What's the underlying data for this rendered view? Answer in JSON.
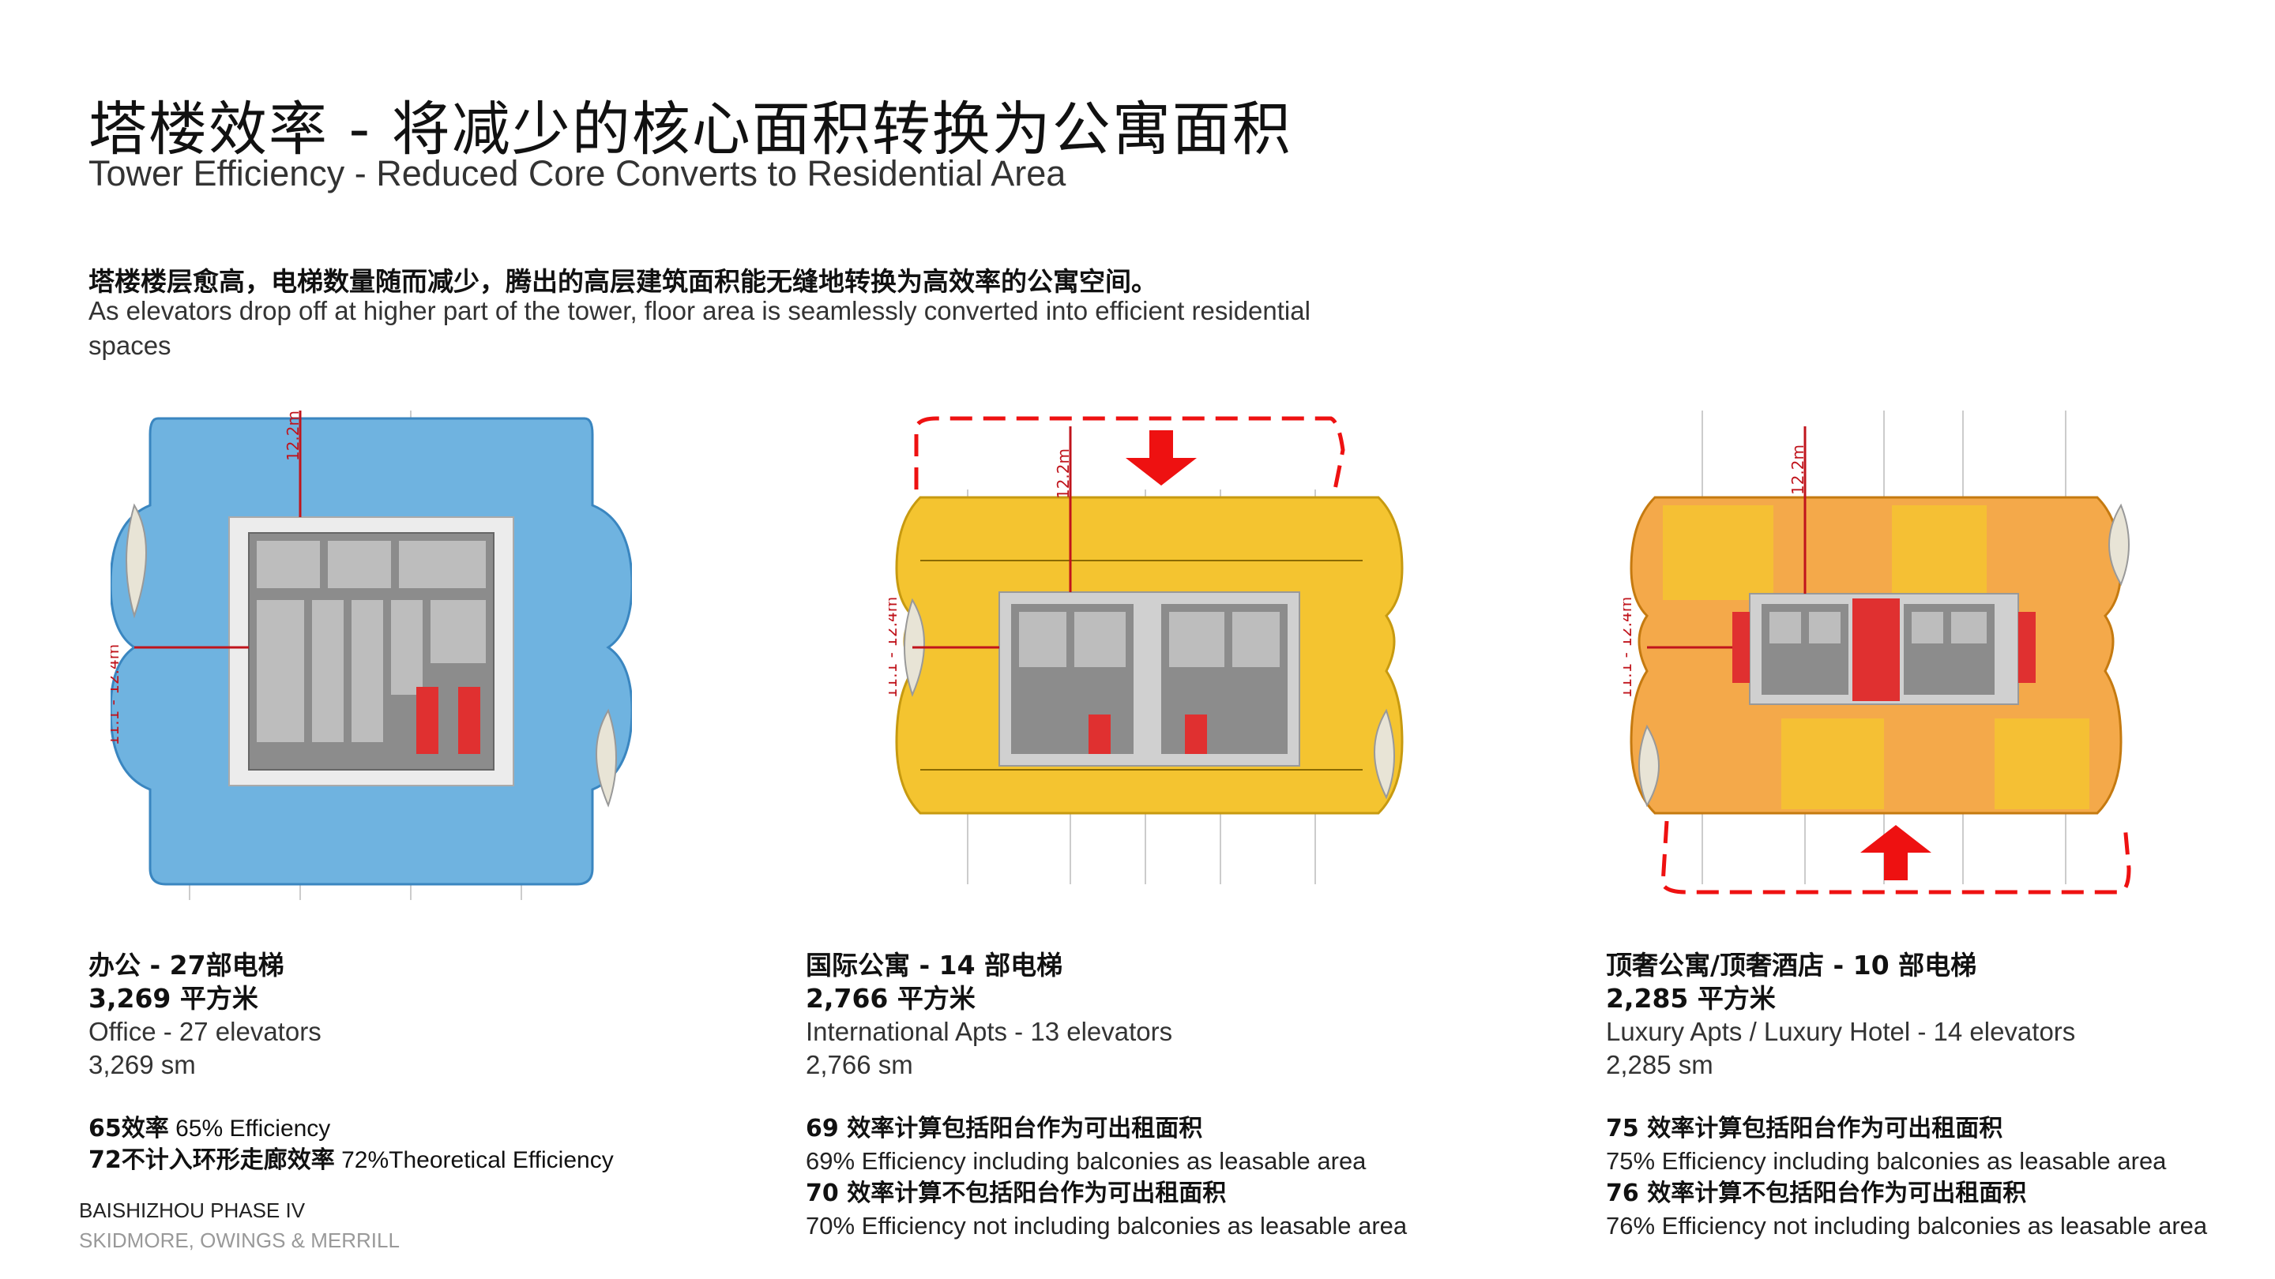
{
  "title_cn": "塔楼效率 - 将减少的核心面积转换为公寓面积",
  "title_en": "Tower Efficiency - Reduced Core Converts to Residential Area",
  "intro_cn": "塔楼楼层愈高，电梯数量随而减少，腾出的高层建筑面积能无缝地转换为高效率的公寓空间。",
  "intro_en": "As elevators drop off at higher part of the tower, floor area is seamlessly converted into efficient residential spaces",
  "dimensions": {
    "depth": "12.2m",
    "span": "11.1 - 12.4m"
  },
  "plans": [
    {
      "heading_cn": "办公 - 27部电梯",
      "area_cn": "3,269 平方米",
      "heading_en": "Office - 27 elevators",
      "area_en": "3,269 sm",
      "eff1_cn": "65效率",
      "eff1_en": "65% Efficiency",
      "eff2_cn": "72不计入环形走廊效率",
      "eff2_en": "72%Theoretical Efficiency",
      "fill_color": "#6fb3e0"
    },
    {
      "heading_cn": "国际公寓 - 14 部电梯",
      "area_cn": "2,766 平方米",
      "heading_en": "International Apts - 13 elevators",
      "area_en": "2,766 sm",
      "eff1_cn": "69 效率计算包括阳台作为可出租面积",
      "eff1_en": "69% Efficiency including balconies as leasable area",
      "eff2_cn": "70 效率计算不包括阳台作为可出租面积",
      "eff2_en": " 70% Efficiency not including balconies as leasable area",
      "fill_color": "#f4c430"
    },
    {
      "heading_cn": "顶奢公寓/顶奢酒店 - 10 部电梯",
      "area_cn": "2,285 平方米",
      "heading_en": "Luxury Apts / Luxury Hotel - 14 elevators",
      "area_en": "2,285 sm",
      "eff1_cn": "75 效率计算包括阳台作为可出租面积",
      "eff1_en": "75% Efficiency including balconies as leasable area",
      "eff2_cn": "76 效率计算不包括阳台作为可出租面积",
      "eff2_en": " 76% Efficiency not including balconies as leasable area",
      "fill_color": "#f4a94a"
    }
  ],
  "footer": {
    "project": "BAISHIZHOU PHASE IV",
    "firm": "SKIDMORE, OWINGS & MERRILL"
  },
  "colors": {
    "core_gray": "#8c8c8c",
    "corridor_gray": "#cfcfcf",
    "elevator_red": "#e03030",
    "arrow_red": "#ee1111",
    "dim_line": "#c0141c"
  }
}
